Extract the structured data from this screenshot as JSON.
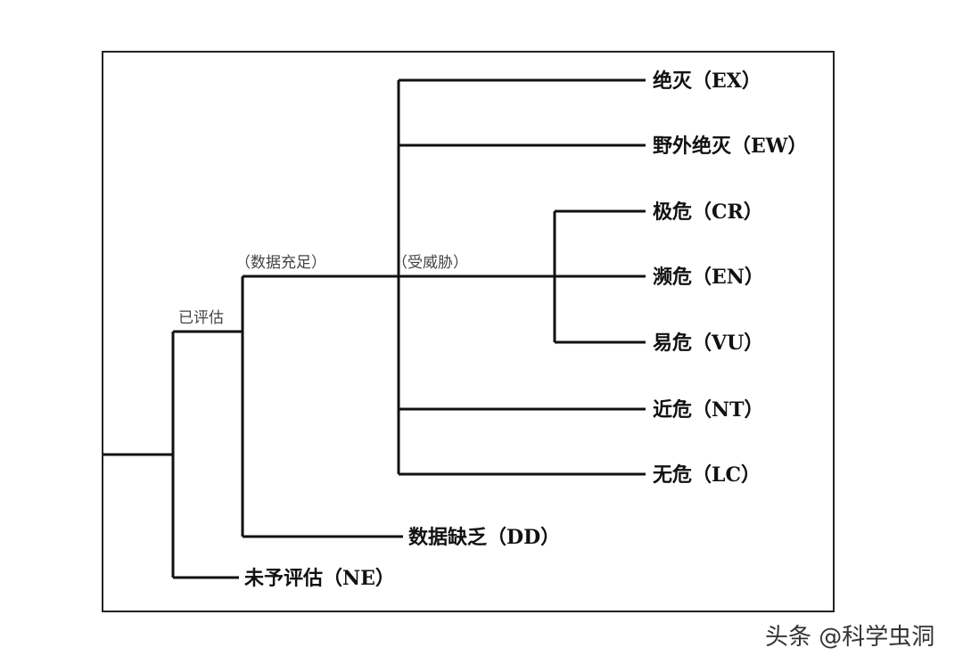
{
  "diagram": {
    "branch_labels": {
      "evaluated": "已评估",
      "adequate_data": "（数据充足）",
      "threatened": "（受威胁）"
    },
    "leaves": {
      "ex": "绝灭（EX）",
      "ew": "野外绝灭（EW）",
      "cr": "极危（CR）",
      "en": "濒危（EN）",
      "vu": "易危（VU）",
      "nt": "近危（NT）",
      "lc": "无危（LC）",
      "dd": "数据缺乏（DD）",
      "ne": "未予评估（NE）"
    }
  },
  "watermark": "头条 @科学虫洞",
  "colors": {
    "line": "#111111",
    "branch_text": "#444444",
    "leaf_text": "#111111"
  }
}
